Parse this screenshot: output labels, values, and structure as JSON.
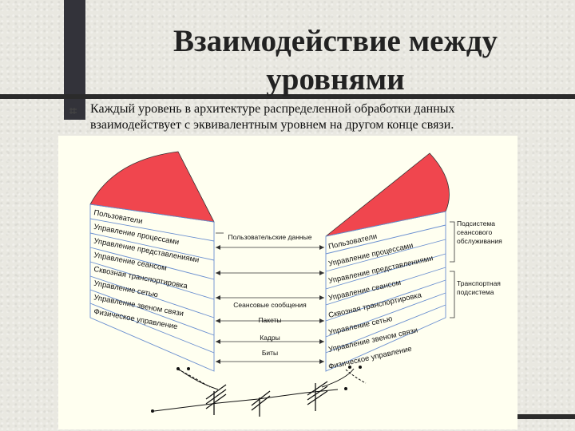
{
  "slide": {
    "title": "Взаимодействие между уровнями",
    "bullet_text": "Каждый уровень в архитектуре распределенной обработки данных взаимодействует с эквивалентным уровнем на другом конце связи."
  },
  "diagram": {
    "left_layers": [
      "Пользователи",
      "Управление процессами",
      "Управление представлениями",
      "Управление сеансом",
      "Сквозная транспортировка",
      "Управление сетью",
      "Управление звеном связи",
      "Физическое управление"
    ],
    "right_layers": [
      "Пользователи",
      "Управление процессами",
      "Управление представлениями",
      "Управление сеансом",
      "Сквозная транспортировка",
      "Управление сетью",
      "Управление звеном связи",
      "Физическое управление"
    ],
    "center_labels": [
      "Пользовательские данные",
      "Сеансовые сообщения",
      "Пакеты",
      "Кадры",
      "Биты"
    ],
    "side_labels": {
      "session_subsystem": "Подсистема сеансового обслуживания",
      "transport_subsystem": "Транспортная подсистема"
    },
    "colors": {
      "fan": "#f0464e",
      "lines": "#6a8fd0",
      "panel": "#fffff0"
    }
  }
}
